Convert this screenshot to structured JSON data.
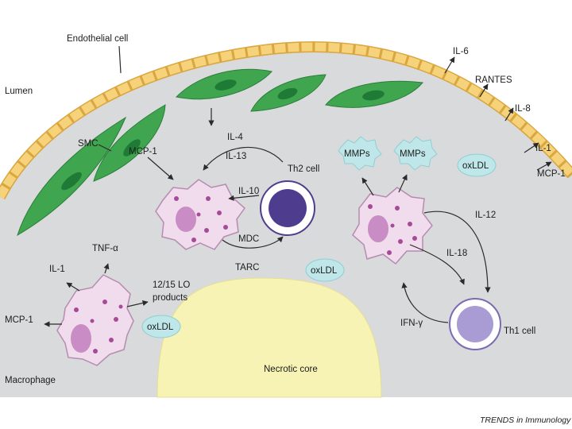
{
  "labels": {
    "endothelial_cell": "Endothelial cell",
    "lumen": "Lumen",
    "smc": "SMC",
    "mcp1_top": "MCP-1",
    "il4": "IL-4",
    "il13": "IL-13",
    "th2_cell": "Th2 cell",
    "il10": "IL-10",
    "mdc": "MDC",
    "tarc": "TARC",
    "oxldl_center": "oxLDL",
    "il1_left": "IL-1",
    "tnf_alpha": "TNF-α",
    "lo_products_line1": "12/15 LO",
    "lo_products_line2": "products",
    "mcp1_left": "MCP-1",
    "oxldl_left": "oxLDL",
    "macrophage": "Macrophage",
    "necrotic_core": "Necrotic core",
    "mmps_1": "MMPs",
    "mmps_2": "MMPs",
    "oxldl_right": "oxLDL",
    "il12": "IL-12",
    "il18": "IL-18",
    "ifn_gamma": "IFN-γ",
    "th1_cell": "Th1 cell",
    "il6_top": "IL-6",
    "rantes": "RANTES",
    "il8": "IL-8",
    "il1_right": "IL-1",
    "mcp1_right": "MCP-1",
    "credit": "TRENDS in Immunology"
  },
  "colors": {
    "lumen_background": "#d9dadc",
    "endothelium": "#f6d27a",
    "smc": "#3fa64f",
    "smc_nucleus": "#1f7a35",
    "macrophage": "#f0dcec",
    "macrophage_nucleus": "#c98cc4",
    "th2_nucleus": "#4e3c8e",
    "th1_nucleus": "#a99bd3",
    "oxldl": "#bfe6e8",
    "mmps": "#bfe6e8",
    "necrotic_core": "#f6f3b4"
  }
}
